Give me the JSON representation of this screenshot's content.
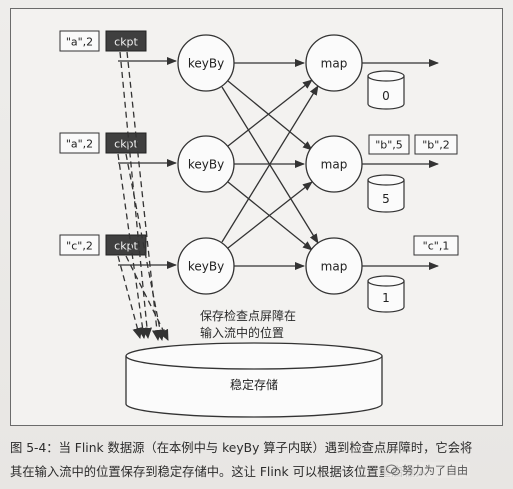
{
  "sources": [
    {
      "record": "\"a\",2",
      "barrier": "ckpt"
    },
    {
      "record": "\"a\",2",
      "barrier": "ckpt"
    },
    {
      "record": "\"c\",2",
      "barrier": "ckpt"
    }
  ],
  "keyby_label": "keyBy",
  "map_label": "map",
  "state_values": [
    "0",
    "5",
    "1"
  ],
  "outputs": {
    "top": [],
    "middle": [
      "\"b\",5",
      "\"b\",2"
    ],
    "bottom": [
      "\"c\",1"
    ]
  },
  "annotation_line1": "保存检查点屏障在",
  "annotation_line2": "输入流中的位置",
  "storage_label": "稳定存储",
  "caption_line1": "图 5-4：当 Flink 数据源（在本例中与 keyBy 算子内联）遇到检查点屏障时，它会将",
  "caption_line2": "其在输入流中的位置保存到稳定存储中。这让 Flink 可以根据该位置重启输入",
  "watermark": "努力为了自由",
  "colors": {
    "barrier": "#3a3a3a",
    "line": "#333333",
    "frame": "#6b6b6b"
  }
}
